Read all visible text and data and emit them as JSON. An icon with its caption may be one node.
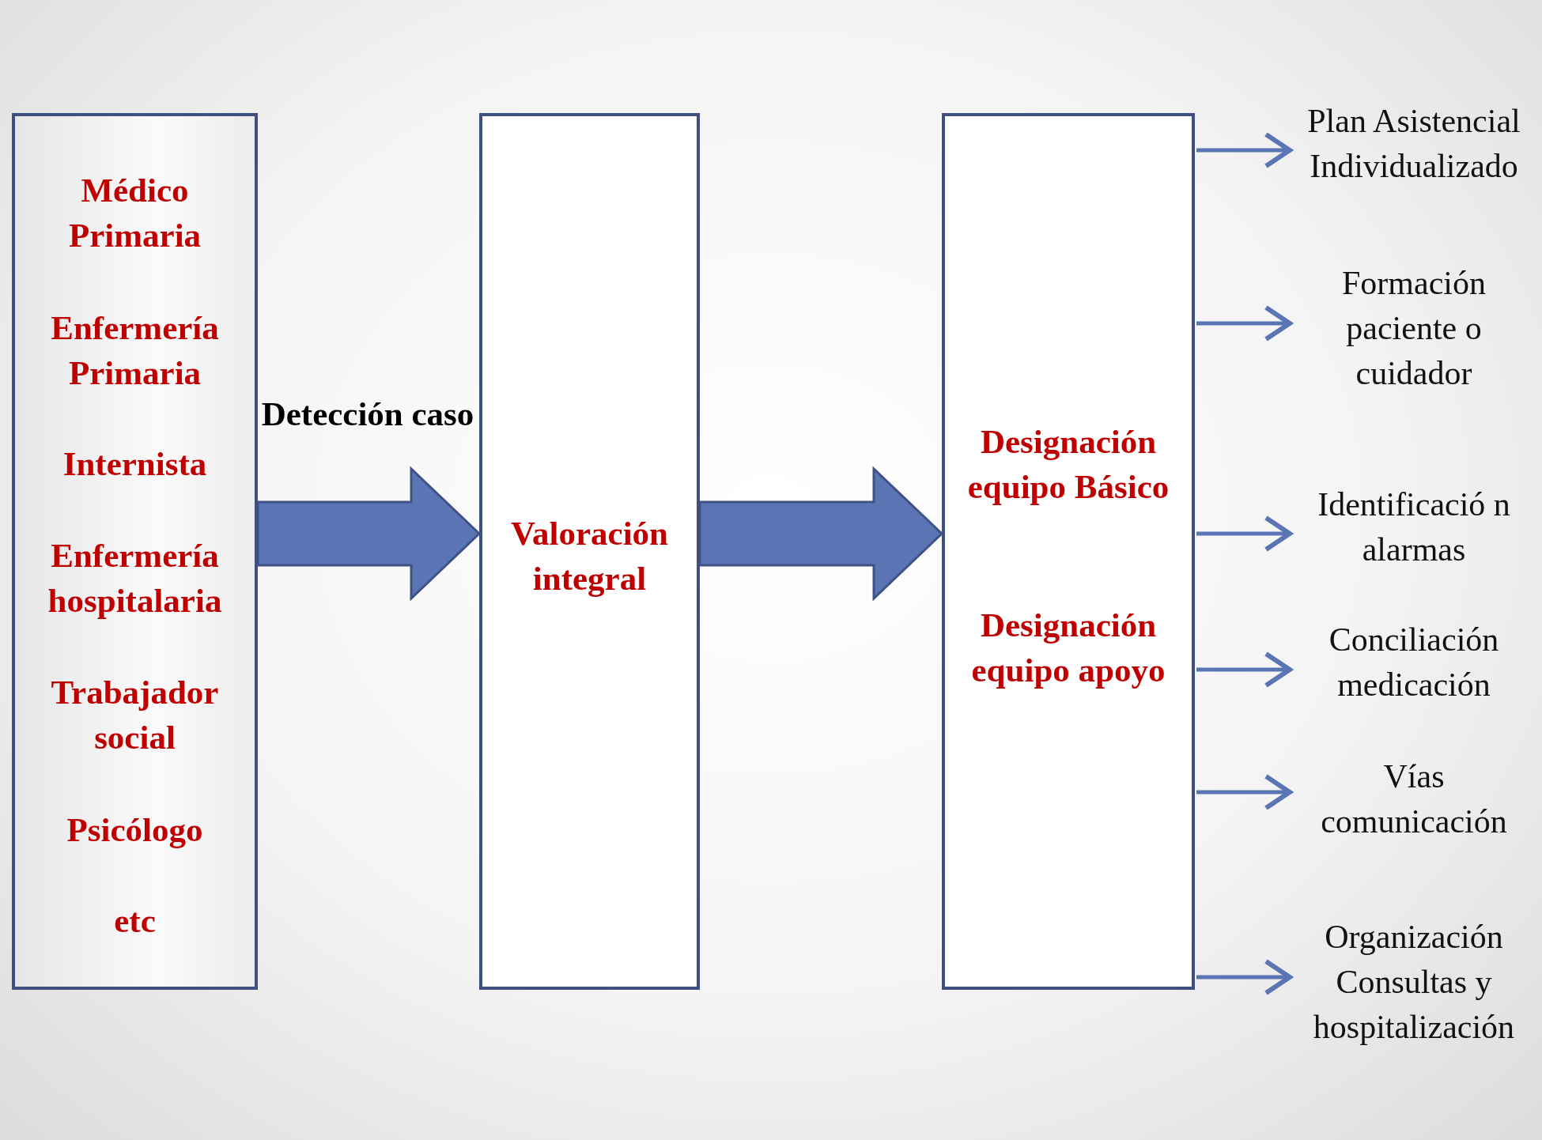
{
  "diagram": {
    "nodes": [
      {
        "text": [
          "Médico Primaria",
          "Enfermería Primaria",
          "Internista",
          "Enfermería hospitalaria",
          "Trabajador social",
          "Psicólogo",
          "etc"
        ]
      },
      {
        "text": [
          "Valoración integral"
        ]
      },
      {
        "text": [
          "Designación equipo Básico",
          "Designación equipo apoyo"
        ]
      },
      {
        "text": [
          "Plan Asistencial Individualizado"
        ]
      },
      {
        "text": [
          "Formación paciente o cuidador"
        ]
      },
      {
        "text": [
          "Identificació n alarmas"
        ]
      },
      {
        "text": [
          "Conciliación medicación"
        ]
      },
      {
        "text": [
          "Vías comunicación"
        ]
      },
      {
        "text": [
          "Organización Consultas y hospitalización"
        ]
      }
    ],
    "edges": [
      {
        "from": 0,
        "to": 1,
        "arrow": "to",
        "style": "thick",
        "label": "Detección caso"
      },
      {
        "from": 1,
        "to": 2,
        "arrow": "to",
        "style": "thick"
      },
      {
        "from": 2,
        "to": 3,
        "arrow": "to"
      },
      {
        "from": 2,
        "to": 4,
        "arrow": "to"
      },
      {
        "from": 2,
        "to": 5,
        "arrow": "to"
      },
      {
        "from": 2,
        "to": 6,
        "arrow": "to"
      },
      {
        "from": 2,
        "to": 7,
        "arrow": "to"
      },
      {
        "from": 2,
        "to": 8,
        "arrow": "to"
      }
    ]
  }
}
